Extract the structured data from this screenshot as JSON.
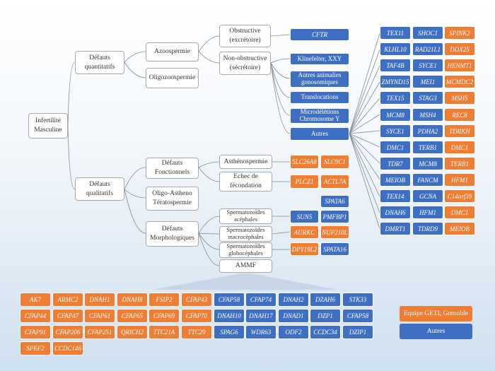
{
  "colors": {
    "blue": "#3f6fc2",
    "orange": "#ef7d34",
    "line": "#7f8a96"
  },
  "tree": {
    "root": "Infertilité\nMasculine",
    "def_quant": "Défauts\nquantitatifs",
    "def_qual": "Défauts\nqualitatifs",
    "azoo": "Azoospermie",
    "oligo": "Oligozoospermie",
    "obstructive": "Obstructive\n(excrétoire)",
    "nonobstructive": "Non-obstructive\n(sécrétoire)",
    "def_fonc": "Défauts\nFonctionnels",
    "oat": "Oligo-Astheno\nTératospermie",
    "def_morph": "Défauts\nMorphologiques",
    "astheno": "Asthénospermie",
    "echec": "Echec de\nfécondation",
    "acephales": "Spermatozoïdes\nacéphales",
    "macro": "Spermatozoïdes\nmacrocéphales",
    "globo": "Spermatozoïdes\nglobocéphales",
    "ammf": "AMMF"
  },
  "azoo_causes": {
    "cftr": "CFTR",
    "klinefelter": "Klinefelter, XXY",
    "autres_anomalies": "Autres animalies\ngonosomiques",
    "translocations": "Translocations",
    "microdeletions": "Microdélétions\nChromosome Y",
    "autres": "Autres"
  },
  "gene_grid": [
    [
      [
        "TEX11",
        "b"
      ],
      [
        "SHOC1",
        "b"
      ],
      [
        "SPINK2",
        "o"
      ]
    ],
    [
      [
        "KLHL10",
        "b"
      ],
      [
        "RAD21L1",
        "b"
      ],
      [
        "DDX25",
        "o"
      ]
    ],
    [
      [
        "TAF4B",
        "b"
      ],
      [
        "SYCE1",
        "b"
      ],
      [
        "HENMT1",
        "o"
      ]
    ],
    [
      [
        "ZMYND15",
        "b"
      ],
      [
        "MEI1",
        "b"
      ],
      [
        "MCMDC2",
        "o"
      ]
    ],
    [
      [
        "TEX15",
        "b"
      ],
      [
        "STAG3",
        "b"
      ],
      [
        "MSH5",
        "o"
      ]
    ],
    [
      [
        "MCM8",
        "b"
      ],
      [
        "MSH4",
        "b"
      ],
      [
        "REC8",
        "o"
      ]
    ],
    [
      [
        "SYCE1",
        "b"
      ],
      [
        "PDHA2",
        "b"
      ],
      [
        "TDRKH",
        "o"
      ]
    ],
    [
      [
        "DMC1",
        "b"
      ],
      [
        "TERB1",
        "b"
      ],
      [
        "DMC1",
        "o"
      ]
    ],
    [
      [
        "TDR7",
        "b"
      ],
      [
        "MCM8",
        "b"
      ],
      [
        "TERB1",
        "o"
      ]
    ],
    [
      [
        "MEIOB",
        "b"
      ],
      [
        "FANCM",
        "b"
      ],
      [
        "HFM1",
        "o"
      ]
    ],
    [
      [
        "TEX14",
        "b"
      ],
      [
        "GCNA",
        "b"
      ],
      [
        "C14orf39",
        "o"
      ]
    ],
    [
      [
        "DNAH6",
        "b"
      ],
      [
        "HFM1",
        "b"
      ],
      [
        "DMC1",
        "o"
      ]
    ],
    [
      [
        "DMRT1",
        "b"
      ],
      [
        "TDRD9",
        "b"
      ],
      [
        "MEIOB",
        "o"
      ]
    ]
  ],
  "genes_astheno": [
    [
      "SLC26A8",
      "o"
    ],
    [
      "SLC9C1",
      "o"
    ]
  ],
  "genes_echec": [
    [
      "PLCZ1",
      "o"
    ],
    [
      "ACTL7A",
      "o"
    ]
  ],
  "genes_acephales": [
    [
      "SPATA6",
      "b"
    ],
    [
      "SUN5",
      "b"
    ],
    [
      "PMFBP1",
      "b"
    ]
  ],
  "genes_macro": [
    [
      "AURKC",
      "o"
    ],
    [
      "NUP210L",
      "o"
    ]
  ],
  "genes_globo": [
    [
      "DPY19L2",
      "o"
    ],
    [
      "SPATA16",
      "b"
    ]
  ],
  "ammf_genes": [
    [
      [
        "AK7",
        "o"
      ],
      [
        "ARMC2",
        "o"
      ],
      [
        "DNAH1",
        "o"
      ],
      [
        "DNAH8",
        "o"
      ],
      [
        "FSIP2",
        "o"
      ],
      [
        "CFAP43",
        "o"
      ],
      [
        "CFAP58",
        "b"
      ],
      [
        "CFAP74",
        "b"
      ],
      [
        "DNAH2",
        "b"
      ],
      [
        "DZAH6",
        "b"
      ],
      [
        "STK33",
        "b"
      ]
    ],
    [
      [
        "CFAP44",
        "o"
      ],
      [
        "CFAP47",
        "o"
      ],
      [
        "CFAP61",
        "o"
      ],
      [
        "CFAP65",
        "o"
      ],
      [
        "CFAP69",
        "o"
      ],
      [
        "CFAP70",
        "o"
      ],
      [
        "DNAH10",
        "b"
      ],
      [
        "DNAH17",
        "b"
      ],
      [
        "DNAD1",
        "b"
      ],
      [
        "DZP1",
        "b"
      ],
      [
        "CFAP58",
        "b"
      ]
    ],
    [
      [
        "CFAP91",
        "o"
      ],
      [
        "CFAP206",
        "o"
      ],
      [
        "CFAP251",
        "o"
      ],
      [
        "QRICH2",
        "o"
      ],
      [
        "TTC21A",
        "o"
      ],
      [
        "TTC29",
        "o"
      ],
      [
        "SPAG6",
        "b"
      ],
      [
        "WDR63",
        "b"
      ],
      [
        "ODF2",
        "b"
      ],
      [
        "CCDC34",
        "b"
      ],
      [
        "DZIP1",
        "b"
      ]
    ],
    [
      [
        "SPEF2",
        "o"
      ],
      [
        "CCDC146",
        "o"
      ]
    ]
  ],
  "legend": {
    "equipe": "Equipe GETI, Grenoble",
    "autres": "Autres"
  }
}
